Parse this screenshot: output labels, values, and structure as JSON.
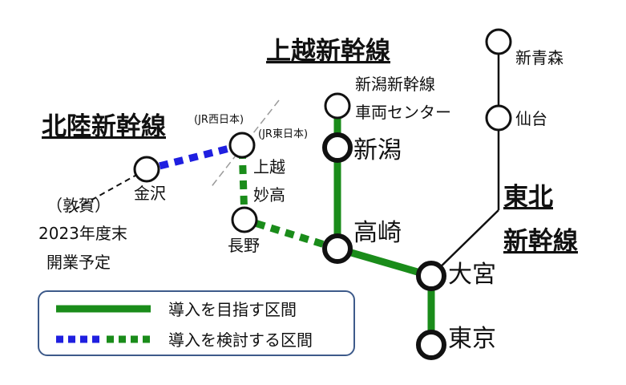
{
  "colors": {
    "introduce": "#1a8c1a",
    "considered_blue": "#1f1fe0",
    "line_black": "#111111",
    "boundary_gray": "#9a9a9a",
    "legend_border": "#3d5a8a"
  },
  "lines": {
    "joetsu": "上越新幹線",
    "hokuriku": "北陸新幹線",
    "tohoku_1": "東北",
    "tohoku_2": "新幹線"
  },
  "stations": {
    "shin_aomori": "新青森",
    "sendai": "仙台",
    "niigata_depot_1": "新潟新幹線",
    "niigata_depot_2": "車両センター",
    "niigata": "新潟",
    "takasaki": "高崎",
    "omiya": "大宮",
    "tokyo": "東京",
    "joetsu_myoko_1": "上越",
    "joetsu_myoko_2": "妙高",
    "nagano": "長野",
    "kanazawa": "金沢"
  },
  "boundary": {
    "jr_west": "(JR西日本)",
    "jr_east": "(JR東日本)"
  },
  "extension_note": {
    "line1": "（敦賀）",
    "line2": "2023年度末",
    "line3": "開業予定"
  },
  "legend": {
    "solid_label": "導入を目指す区間",
    "dotted_label": "導入を検討する区間"
  }
}
